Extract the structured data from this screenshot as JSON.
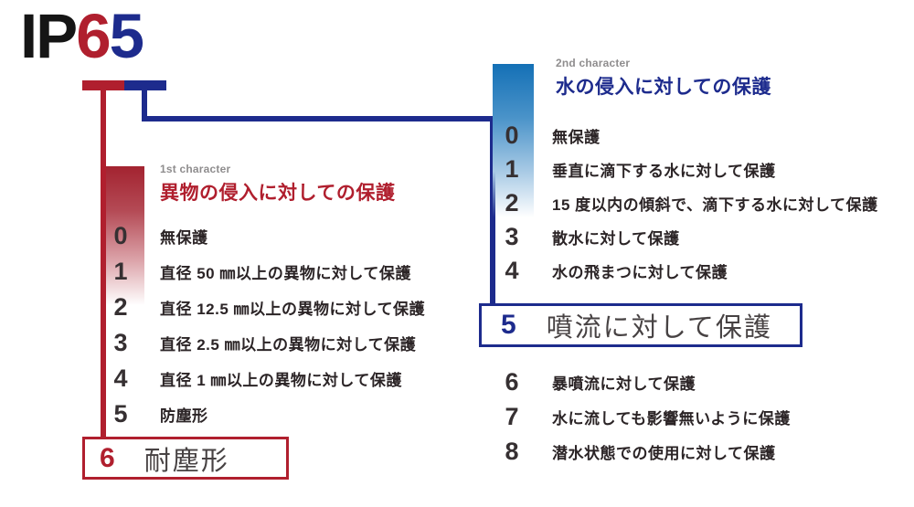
{
  "logo": {
    "prefix": "IP",
    "digit1": "6",
    "digit2": "5"
  },
  "colors": {
    "red": "#b01f2e",
    "blue": "#1d2b8d",
    "strip_red": "#a32330",
    "strip_blue": "#1470b6",
    "text": "#2b2426",
    "label_gray": "#8f8d8e"
  },
  "left": {
    "eyebrow": "1st character",
    "title": "異物の侵入に対しての保護",
    "rows": [
      {
        "num": "0",
        "text": "無保護"
      },
      {
        "num": "1",
        "text": "直径 50 ㎜以上の異物に対して保護"
      },
      {
        "num": "2",
        "text": "直径 12.5 ㎜以上の異物に対して保護"
      },
      {
        "num": "3",
        "text": "直径 2.5 ㎜以上の異物に対して保護"
      },
      {
        "num": "4",
        "text": "直径 1 ㎜以上の異物に対して保護"
      },
      {
        "num": "5",
        "text": "防塵形"
      }
    ],
    "highlight": {
      "num": "6",
      "text": "耐塵形"
    }
  },
  "right": {
    "eyebrow": "2nd character",
    "title": "水の侵入に対しての保護",
    "rows_before": [
      {
        "num": "0",
        "text": "無保護"
      },
      {
        "num": "1",
        "text": "垂直に滴下する水に対して保護"
      },
      {
        "num": "2",
        "text": "15 度以内の傾斜で、滴下する水に対して保護"
      },
      {
        "num": "3",
        "text": "散水に対して保護"
      },
      {
        "num": "4",
        "text": "水の飛まつに対して保護"
      }
    ],
    "highlight": {
      "num": "5",
      "text": "噴流に対して保護"
    },
    "rows_after": [
      {
        "num": "6",
        "text": "暴噴流に対して保護"
      },
      {
        "num": "7",
        "text": "水に流しても影響無いように保護"
      },
      {
        "num": "8",
        "text": "潜水状態での使用に対して保護"
      }
    ]
  }
}
